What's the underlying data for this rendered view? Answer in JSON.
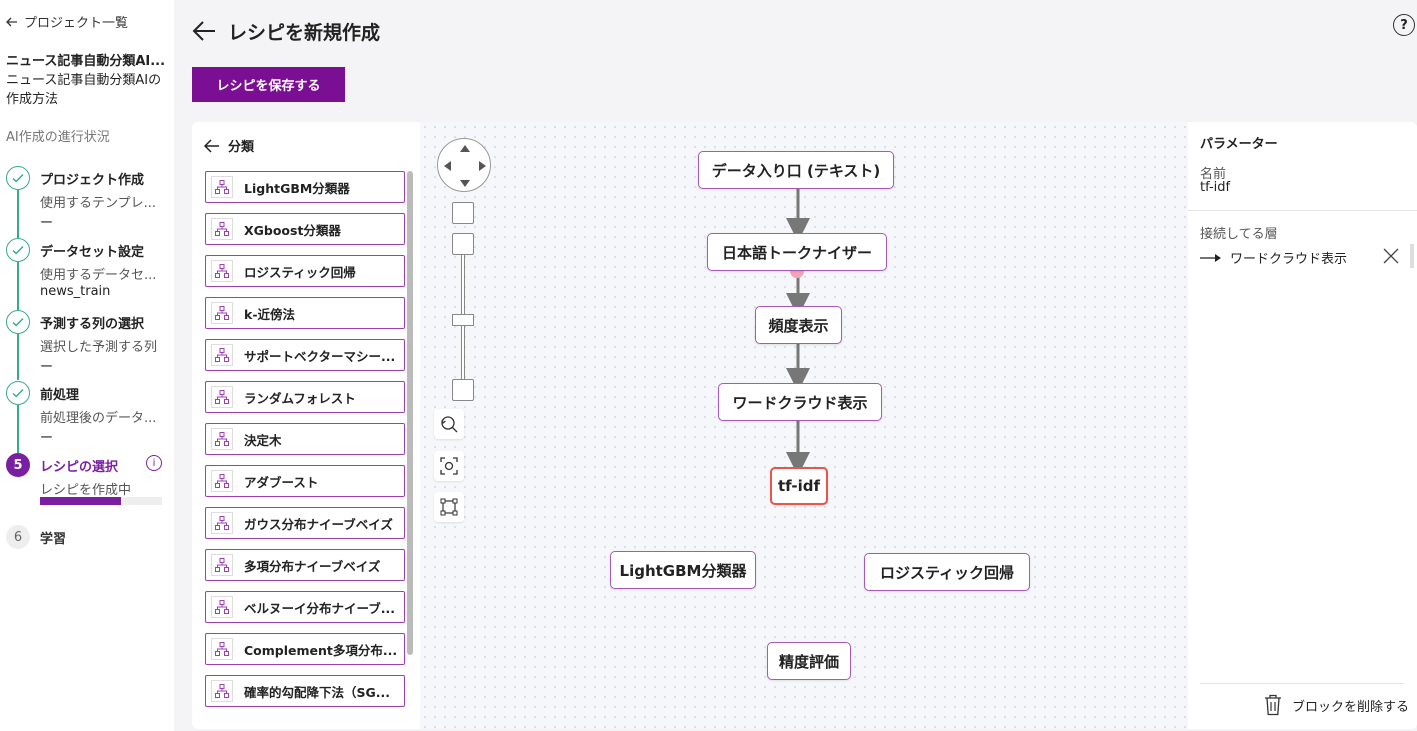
{
  "sidebar": {
    "back_label": "プロジェクト一覧",
    "project_title": "ニュース記事自動分類AI...",
    "project_subtitle": "ニュース記事自動分類AIの作成方法",
    "progress_label": "AI作成の進行状況",
    "steps": [
      {
        "name": "プロジェクト作成",
        "detail": "使用するテンプレ...",
        "value": "ー",
        "status": "done"
      },
      {
        "name": "データセット設定",
        "detail": "使用するデータセ...",
        "value": "news_train",
        "status": "done"
      },
      {
        "name": "予測する列の選択",
        "detail": "選択した予測する列",
        "value": "ー",
        "status": "done"
      },
      {
        "name": "前処理",
        "detail": "前処理後のデータ...",
        "value": "ー",
        "status": "done"
      },
      {
        "name": "レシピの選択",
        "detail": "レシピを作成中",
        "number": "5",
        "status": "current",
        "progress": 0.66
      },
      {
        "name": "学習",
        "number": "6",
        "status": "pending"
      }
    ]
  },
  "header": {
    "title": "レシピを新規作成",
    "help_symbol": "?",
    "save_label": "レシピを保存する"
  },
  "library": {
    "title": "分類",
    "items": [
      "LightGBM分類器",
      "XGboost分類器",
      "ロジスティック回帰",
      "k-近傍法",
      "サポートベクターマシー...",
      "ランダムフォレスト",
      "決定木",
      "アダブースト",
      "ガウス分布ナイーブベイズ",
      "多項分布ナイーブベイズ",
      "ベルヌーイ分布ナイーブ...",
      "Complement多項分布...",
      "確率的勾配降下法（SG..."
    ]
  },
  "canvas": {
    "nodes": {
      "input": "データ入り口 (テキスト)",
      "tokenizer": "日本語トークナイザー",
      "freq": "頻度表示",
      "wordcloud": "ワードクラウド表示",
      "tfidf": "tf-idf",
      "lgbm": "LightGBM分類器",
      "logreg": "ロジスティック回帰",
      "eval": "精度評価"
    }
  },
  "params": {
    "title": "パラメーター",
    "name_label": "名前",
    "name_value": "tf-idf",
    "connected_label": "接続してる層",
    "connected_item": "ワードクラウド表示",
    "delete_label": "ブロックを削除する"
  },
  "colors": {
    "accent": "#7b0f93",
    "done": "#3aa98e",
    "node_border": "#a45ab9",
    "selected_border": "#e8554d"
  }
}
